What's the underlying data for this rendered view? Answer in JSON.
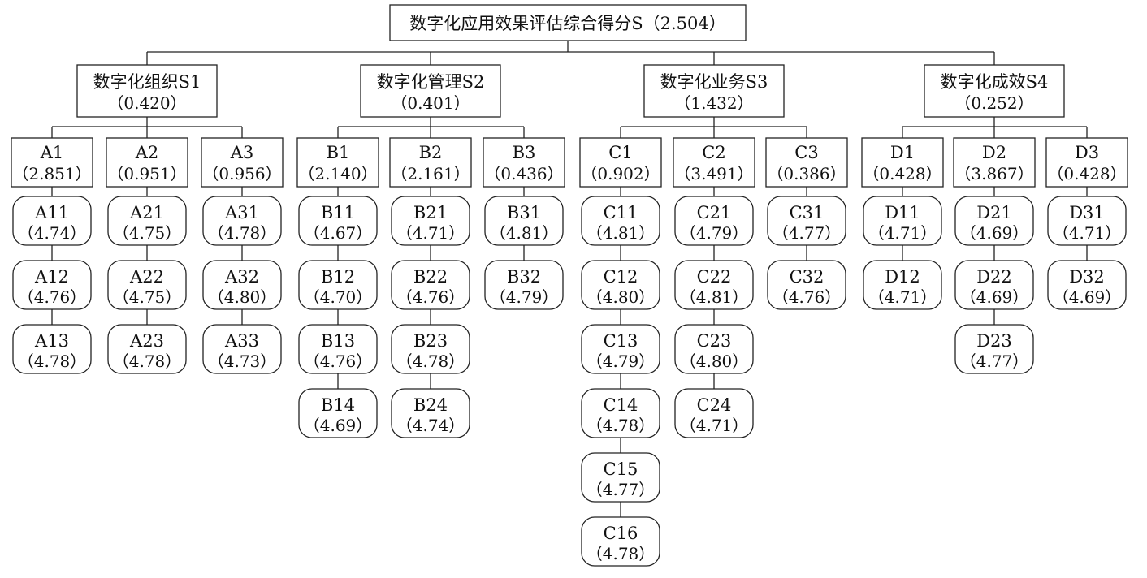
{
  "root": {
    "label": "数字化应用效果评估综合得分S（2.504）"
  },
  "groups": [
    {
      "key": "S1",
      "name": "数字化组织S1",
      "score": "（0.420）",
      "children": [
        {
          "label": "A1",
          "score": "（2.851）",
          "leaves": [
            {
              "label": "A11",
              "value": "（4.74）"
            },
            {
              "label": "A12",
              "value": "（4.76）"
            },
            {
              "label": "A13",
              "value": "（4.78）"
            }
          ]
        },
        {
          "label": "A2",
          "score": "（0.951）",
          "leaves": [
            {
              "label": "A21",
              "value": "（4.75）"
            },
            {
              "label": "A22",
              "value": "（4.75）"
            },
            {
              "label": "A23",
              "value": "（4.78）"
            }
          ]
        },
        {
          "label": "A3",
          "score": "（0.956）",
          "leaves": [
            {
              "label": "A31",
              "value": "（4.78）"
            },
            {
              "label": "A32",
              "value": "（4.80）"
            },
            {
              "label": "A33",
              "value": "（4.73）"
            }
          ]
        }
      ]
    },
    {
      "key": "S2",
      "name": "数字化管理S2",
      "score": "（0.401）",
      "children": [
        {
          "label": "B1",
          "score": "（2.140）",
          "leaves": [
            {
              "label": "B11",
              "value": "（4.67）"
            },
            {
              "label": "B12",
              "value": "（4.70）"
            },
            {
              "label": "B13",
              "value": "（4.76）"
            },
            {
              "label": "B14",
              "value": "（4.69）"
            }
          ]
        },
        {
          "label": "B2",
          "score": "（2.161）",
          "leaves": [
            {
              "label": "B21",
              "value": "（4.71）"
            },
            {
              "label": "B22",
              "value": "（4.76）"
            },
            {
              "label": "B23",
              "value": "（4.78）"
            },
            {
              "label": "B24",
              "value": "（4.74）"
            }
          ]
        },
        {
          "label": "B3",
          "score": "（0.436）",
          "leaves": [
            {
              "label": "B31",
              "value": "（4.81）"
            },
            {
              "label": "B32",
              "value": "（4.79）"
            }
          ]
        }
      ]
    },
    {
      "key": "S3",
      "name": "数字化业务S3",
      "score": "（1.432）",
      "children": [
        {
          "label": "C1",
          "score": "（0.902）",
          "leaves": [
            {
              "label": "C11",
              "value": "（4.81）"
            },
            {
              "label": "C12",
              "value": "（4.80）"
            },
            {
              "label": "C13",
              "value": "（4.79）"
            },
            {
              "label": "C14",
              "value": "（4.78）"
            },
            {
              "label": "C15",
              "value": "（4.77）"
            },
            {
              "label": "C16",
              "value": "（4.78）"
            }
          ]
        },
        {
          "label": "C2",
          "score": "（3.491）",
          "leaves": [
            {
              "label": "C21",
              "value": "（4.79）"
            },
            {
              "label": "C22",
              "value": "（4.81）"
            },
            {
              "label": "C23",
              "value": "（4.80）"
            },
            {
              "label": "C24",
              "value": "（4.71）"
            }
          ]
        },
        {
          "label": "C3",
          "score": "（0.386）",
          "leaves": [
            {
              "label": "C31",
              "value": "（4.77）"
            },
            {
              "label": "C32",
              "value": "（4.76）"
            }
          ]
        }
      ]
    },
    {
      "key": "S4",
      "name": "数字化成效S4",
      "score": "（0.252）",
      "children": [
        {
          "label": "D1",
          "score": "（0.428）",
          "leaves": [
            {
              "label": "D11",
              "value": "（4.71）"
            },
            {
              "label": "D12",
              "value": "（4.71）"
            }
          ]
        },
        {
          "label": "D2",
          "score": "（3.867）",
          "leaves": [
            {
              "label": "D21",
              "value": "（4.69）"
            },
            {
              "label": "D22",
              "value": "（4.69）"
            },
            {
              "label": "D23",
              "value": "（4.77）"
            }
          ]
        },
        {
          "label": "D3",
          "score": "（0.428）",
          "leaves": [
            {
              "label": "D31",
              "value": "（4.71）"
            },
            {
              "label": "D32",
              "value": "（4.69）"
            }
          ]
        }
      ]
    }
  ]
}
